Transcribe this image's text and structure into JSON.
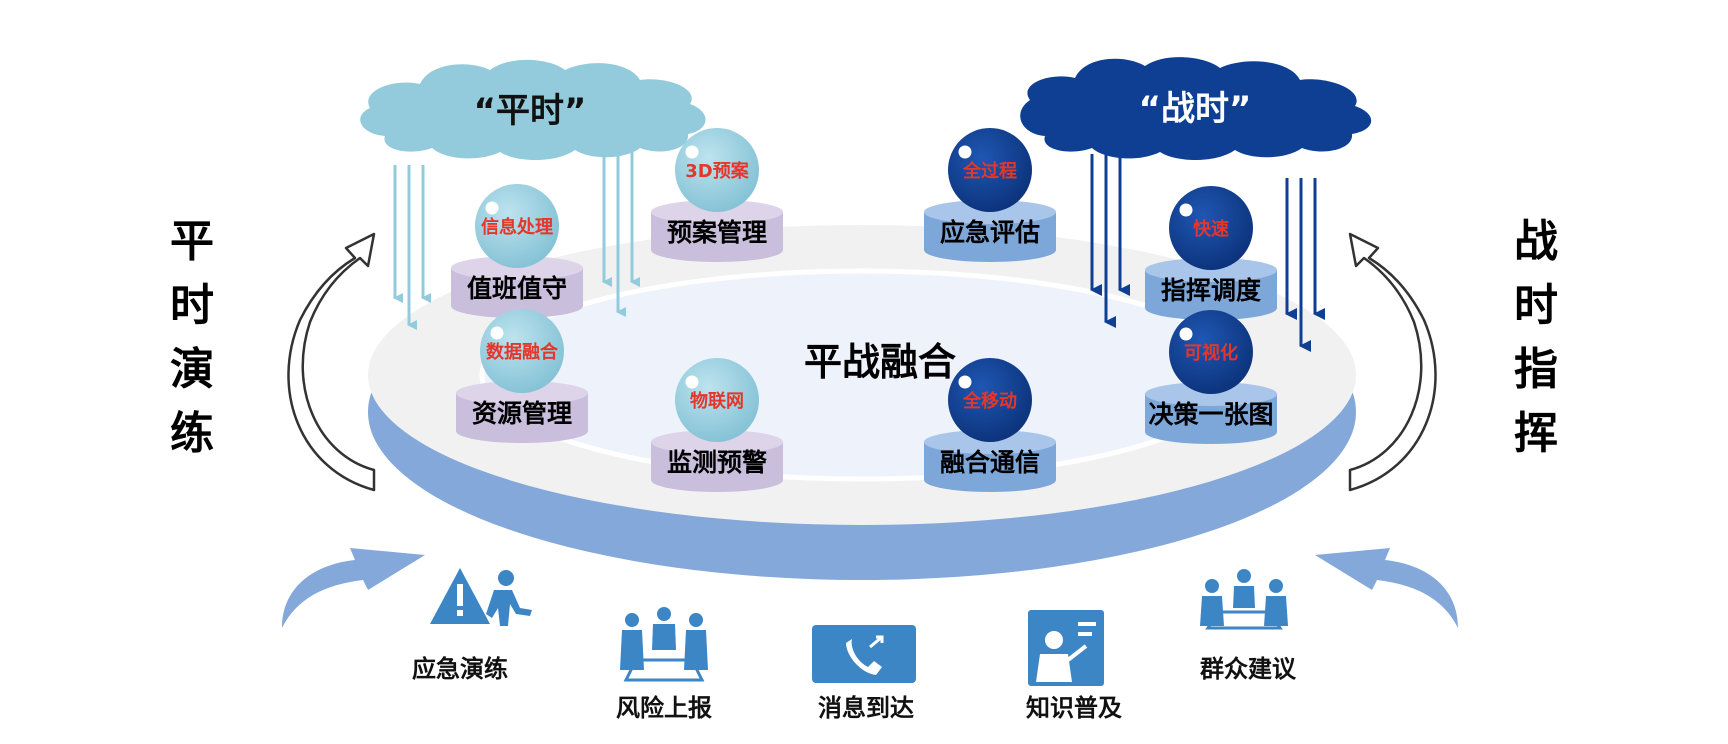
{
  "clouds": {
    "peace": {
      "label": "“平时”",
      "color": "#93cbdc",
      "text_color": "#111111"
    },
    "war": {
      "label": "“战时”",
      "color": "#0f3f93",
      "text_color": "#ffffff"
    }
  },
  "side": {
    "left": [
      "平",
      "时",
      "演",
      "练"
    ],
    "right": [
      "战",
      "时",
      "指",
      "挥"
    ]
  },
  "center": {
    "title": "平战融合"
  },
  "colors": {
    "peace_ball": "#93cbdc",
    "war_ball": "#0f3f93",
    "peace_base": "#c9bedb",
    "war_base": "#7da6d9",
    "ball_label": "#e4362b",
    "icon_blue": "#3d86c6",
    "disk_side": "#83a8d9",
    "disk_top": "#f1f1f1",
    "disk_inner": "#eef2fb"
  },
  "modules": [
    {
      "id": "duty",
      "ball": "信息处理",
      "label": "值班值守",
      "group": "peace"
    },
    {
      "id": "plan",
      "ball": "3D预案",
      "label": "预案管理",
      "group": "peace"
    },
    {
      "id": "resource",
      "ball": "数据融合",
      "label": "资源管理",
      "group": "peace"
    },
    {
      "id": "monitor",
      "ball": "物联网",
      "label": "监测预警",
      "group": "peace"
    },
    {
      "id": "assess",
      "ball": "全过程",
      "label": "应急评估",
      "group": "war"
    },
    {
      "id": "command",
      "ball": "快速",
      "label": "指挥调度",
      "group": "war"
    },
    {
      "id": "map",
      "ball": "可视化",
      "label": "决策一张图",
      "group": "war"
    },
    {
      "id": "comm",
      "ball": "全移动",
      "label": "融合通信",
      "group": "war"
    }
  ],
  "bottom_items": [
    {
      "id": "drill",
      "label": "应急演练",
      "icon": "warning-person-icon"
    },
    {
      "id": "risk",
      "label": "风险上报",
      "icon": "meeting-icon"
    },
    {
      "id": "message",
      "label": "消息到达",
      "icon": "phone-icon"
    },
    {
      "id": "knowledge",
      "label": "知识普及",
      "icon": "teacher-board-icon"
    },
    {
      "id": "suggest",
      "label": "群众建议",
      "icon": "group-discussion-icon"
    }
  ]
}
